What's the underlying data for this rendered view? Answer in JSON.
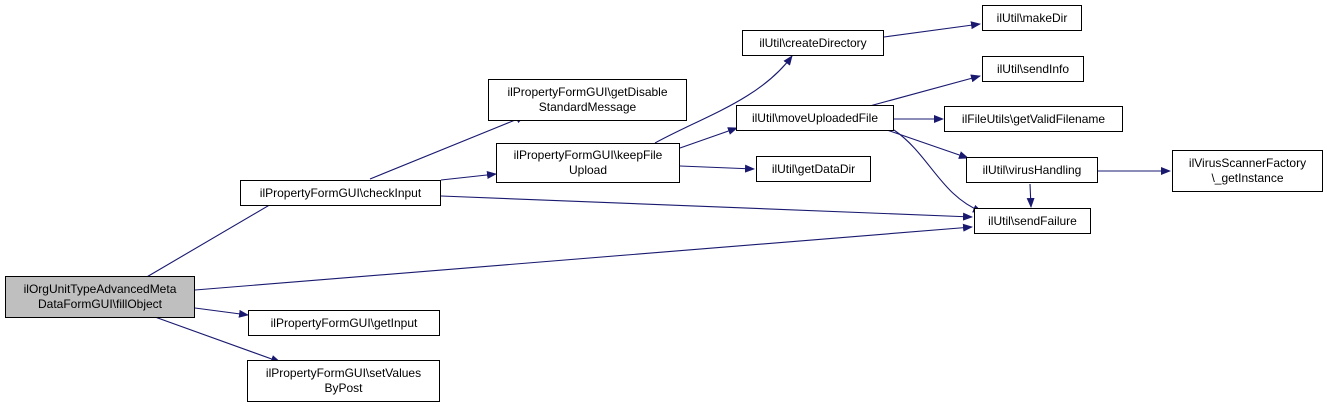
{
  "colors": {
    "edge": "#191970",
    "root_fill": "#bfbfbf",
    "node_fill": "#ffffff",
    "border": "#000000"
  },
  "nodes": {
    "root": {
      "line1": "ilOrgUnitTypeAdvancedMeta",
      "line2": "DataFormGUI\\fillObject"
    },
    "checkInput": {
      "line1": "ilPropertyFormGUI\\checkInput"
    },
    "getInput": {
      "line1": "ilPropertyFormGUI\\getInput"
    },
    "setValuesByPost": {
      "line1": "ilPropertyFormGUI\\setValues",
      "line2": "ByPost"
    },
    "getDisableStdMsg": {
      "line1": "ilPropertyFormGUI\\getDisable",
      "line2": "StandardMessage"
    },
    "keepFileUpload": {
      "line1": "ilPropertyFormGUI\\keepFile",
      "line2": "Upload"
    },
    "createDirectory": {
      "line1": "ilUtil\\createDirectory"
    },
    "moveUploadedFile": {
      "line1": "ilUtil\\moveUploadedFile"
    },
    "getDataDir": {
      "line1": "ilUtil\\getDataDir"
    },
    "makeDir": {
      "line1": "ilUtil\\makeDir"
    },
    "sendInfo": {
      "line1": "ilUtil\\sendInfo"
    },
    "getValidFilename": {
      "line1": "ilFileUtils\\getValidFilename"
    },
    "virusHandling": {
      "line1": "ilUtil\\virusHandling"
    },
    "sendFailure": {
      "line1": "ilUtil\\sendFailure"
    },
    "virusScanner": {
      "line1": "ilVirusScannerFactory",
      "line2": "\\_getInstance"
    }
  }
}
